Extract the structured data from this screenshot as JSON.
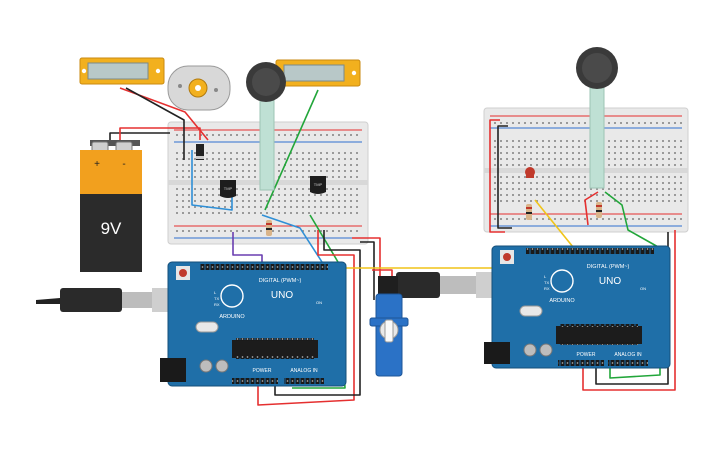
{
  "battery": {
    "voltage_label": "9V",
    "plus": "+",
    "minus": "-"
  },
  "left_board": {
    "brand": "ARDUINO",
    "model": "UNO",
    "digital_label": "DIGITAL (PWM~)",
    "power_label": "POWER",
    "analog_label": "ANALOG IN",
    "tx_label": "TX",
    "rx_label": "RX",
    "l_label": "L",
    "on_label": "ON"
  },
  "right_board": {
    "brand": "ARDUINO",
    "model": "UNO",
    "digital_label": "DIGITAL (PWM~)",
    "power_label": "POWER",
    "analog_label": "ANALOG IN",
    "tx_label": "TX",
    "rx_label": "RX",
    "l_label": "L",
    "on_label": "ON"
  },
  "left_breadboard": {
    "chip_left_label": "TMP",
    "chip_right_label": "TMP"
  },
  "colors": {
    "board_blue": "#1f6fa8",
    "breadboard": "#e9e9e9",
    "wire_red": "#e53030",
    "wire_black": "#222222",
    "wire_green": "#22a63a",
    "wire_blue": "#2f8fd6",
    "wire_yellow": "#f0c419",
    "wire_purple": "#6a3fb0",
    "lcd_frame": "#f2b01e"
  }
}
